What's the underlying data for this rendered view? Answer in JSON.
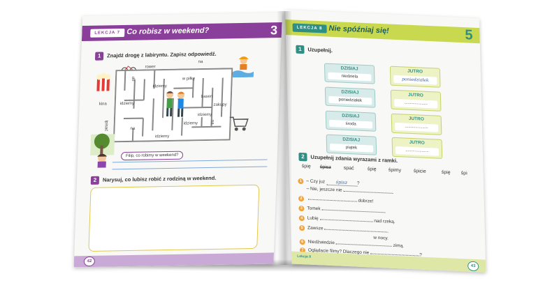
{
  "left_page": {
    "lesson_tag": "LEKCJA 7",
    "title": "Co robisz w weekend?",
    "corner_number": "3",
    "ex1": {
      "number": "1",
      "instruction": "Znajdź drogę z labiryntu. Zapisz odpowiedź.",
      "maze_words": [
        "rower",
        "na",
        "do",
        "w piłkę",
        "idziemy",
        "kina",
        "idziemy",
        "gra",
        "basen",
        "zakupy",
        "idziemy",
        "idziemy",
        "na",
        "Ipisać",
        "idziemy",
        "na"
      ],
      "speech": "Filip, co robimy w weekend?"
    },
    "ex2": {
      "number": "2",
      "instruction": "Narysuj, co lubisz robić z rodziną w weekend."
    },
    "page_number": "42"
  },
  "right_page": {
    "lesson_tag": "LEKCJA 8",
    "title": "Nie spóźniaj się!",
    "corner_number": "5",
    "ex1": {
      "number": "1",
      "instruction": "Uzupełnij.",
      "today_label": "DZISIAJ",
      "tomorrow_label": "JUTRO",
      "rows": [
        {
          "today": "niedziela",
          "tomorrow": "poniedziałek"
        },
        {
          "today": "poniedziałek",
          "tomorrow": "...................."
        },
        {
          "today": "środa",
          "tomorrow": "...................."
        },
        {
          "today": "piątek",
          "tomorrow": "...................."
        }
      ]
    },
    "ex2": {
      "number": "2",
      "instruction": "Uzupełnij zdania wyrazami z ramki.",
      "word_bank": [
        "śpię",
        "śpisz",
        "spać",
        "śpię",
        "śpimy",
        "śpicie",
        "śpię",
        "śpi"
      ],
      "sentences": [
        {
          "n": "1",
          "text": "– Czy już",
          "answer": "śpisz",
          "end": "?"
        },
        {
          "n": "",
          "text": "– Nie, jeszcze nie",
          "answer": "",
          "end": "."
        },
        {
          "n": "2",
          "text": "",
          "answer": "",
          "end": "dobrze!"
        },
        {
          "n": "3",
          "text": "Tomek",
          "answer": "",
          "end": "."
        },
        {
          "n": "4",
          "text": "Lubię",
          "answer": "",
          "end": "nad rzeką."
        },
        {
          "n": "5",
          "text": "Zawsze",
          "answer": "",
          "end": "."
        },
        {
          "n": "6",
          "text": "Niedźwiedzie",
          "answer": "",
          "end": "zimą."
        },
        {
          "n": "7",
          "text": "Oglądacie filmy? Dlaczego nie",
          "answer": "",
          "end": "?"
        }
      ],
      "night_word": "w nocy."
    },
    "footer_label": "Lekcja 8",
    "page_number": "43"
  },
  "colors": {
    "left_accent": "#8a3f9a",
    "right_accent": "#2f8f84",
    "right_header": "#c8d950"
  }
}
